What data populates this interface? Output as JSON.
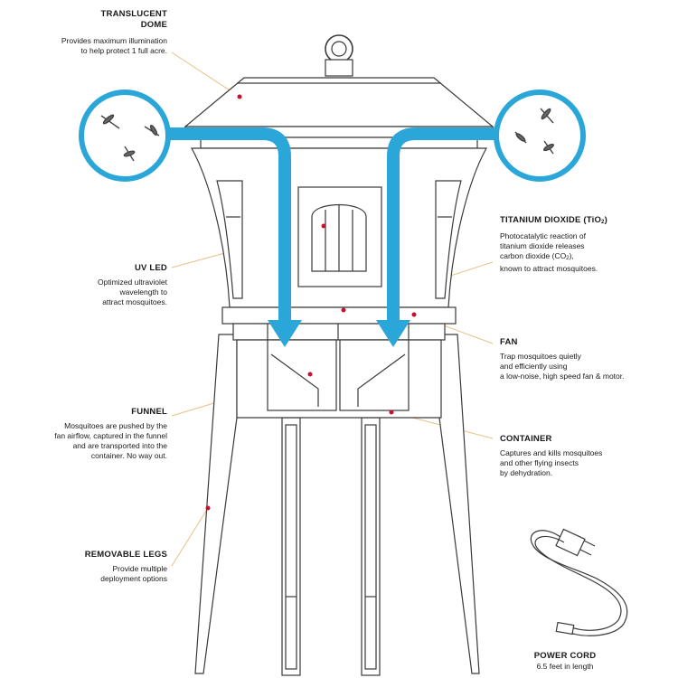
{
  "labels": {
    "dome": {
      "heading": "TRANSLUCENT\nDOME",
      "text": "Provides maximum illumination\nto help protect 1 full acre."
    },
    "titanium": {
      "heading": "TITANIUM DIOXIDE (TiO",
      "heading_sub": "2",
      "heading_end": ")",
      "text": "Photocatalytic reaction of\ntitanium dioxide releases\ncarbon dioxide (CO",
      "text_sub": "2",
      "text_end": "),\nknown to attract mosquitoes."
    },
    "uv": {
      "heading": "UV LED",
      "text": "Optimized ultraviolet\nwavelength to\nattract mosquitoes."
    },
    "fan": {
      "heading": "FAN",
      "text": "Trap mosquitoes quietly\nand efficiently using\na low-noise, high speed fan & motor."
    },
    "funnel": {
      "heading": "FUNNEL",
      "text": "Mosquitoes are pushed by the\nfan airflow, captured in the funnel\nand are transported into the\ncontainer. No way out."
    },
    "container": {
      "heading": "CONTAINER",
      "text": "Captures and kills mosquitoes\nand other flying insects\nby dehydration."
    },
    "legs": {
      "heading": "REMOVABLE LEGS",
      "text": "Provide multiple\ndeployment options"
    },
    "cord": {
      "heading": "POWER CORD",
      "text": "6.5 feet in length"
    }
  },
  "colors": {
    "arrow": "#2aa6d9",
    "marker": "#c8102e",
    "outline": "#3a3a3a",
    "leader": "#e7c28a"
  }
}
